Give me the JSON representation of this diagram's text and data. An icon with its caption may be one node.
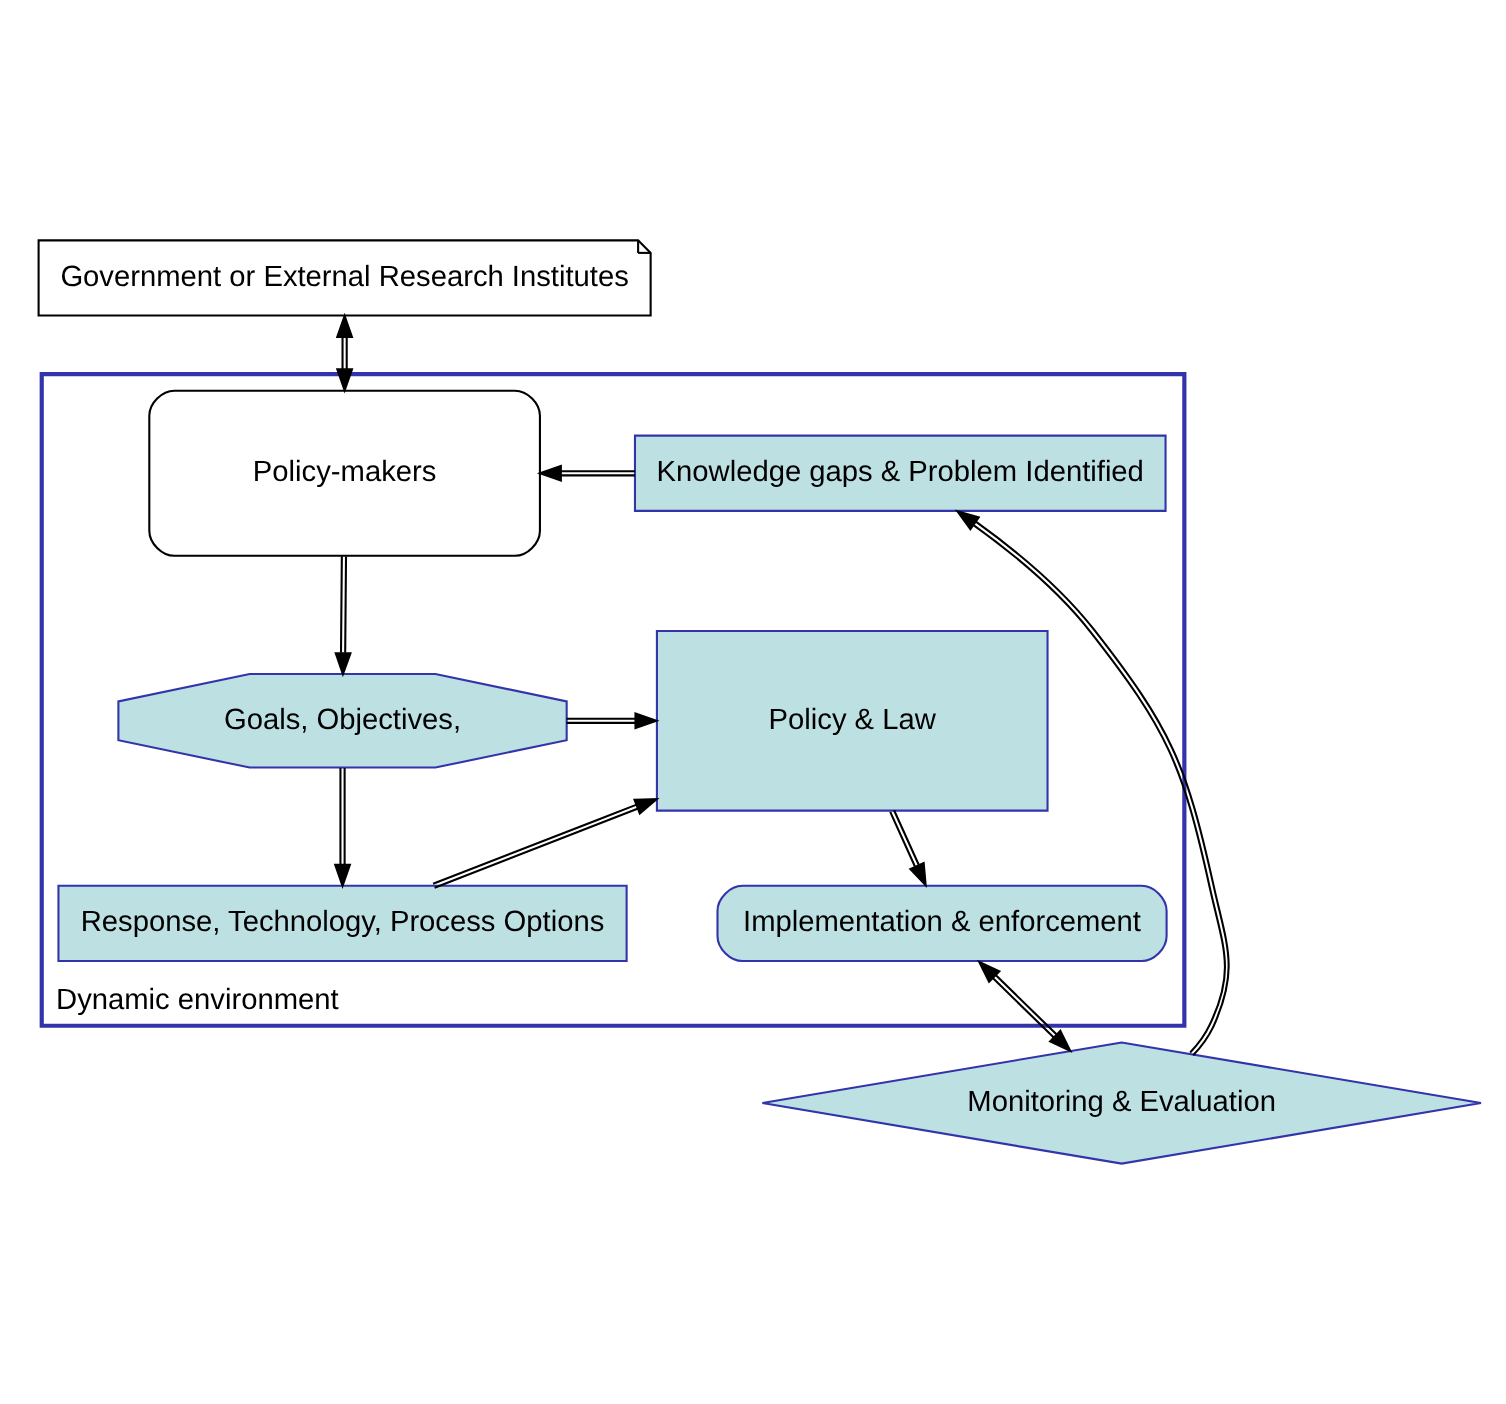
{
  "diagram": {
    "nodes": [
      {
        "text": [
          "Government or External Research Institutes"
        ]
      },
      {
        "text": [
          "Dynamic environment"
        ]
      },
      {
        "text": [
          "Knowledge gaps & Problem Identified"
        ],
        "in": 1
      },
      {
        "text": [
          "Policy-makers"
        ],
        "in": 1
      },
      {
        "text": [
          "Goals, Objectives,"
        ],
        "in": 1
      },
      {
        "text": [
          "Policy & Law"
        ],
        "in": 1
      },
      {
        "text": [
          "Response, Technology, Process Options"
        ],
        "in": 1
      },
      {
        "text": [
          "Implementation & enforcement"
        ],
        "in": 1
      },
      {
        "text": [
          "Monitoring & Evaluation"
        ]
      }
    ],
    "edges": [
      {
        "from": 0,
        "to": 3,
        "arrow": "both"
      },
      {
        "from": 2,
        "to": 3,
        "arrow": "to"
      },
      {
        "from": 3,
        "to": 4,
        "arrow": "to"
      },
      {
        "from": 4,
        "to": 5,
        "arrow": "to"
      },
      {
        "from": 4,
        "to": 6,
        "arrow": "to"
      },
      {
        "from": 6,
        "to": 5,
        "arrow": "to"
      },
      {
        "from": 5,
        "to": 7,
        "arrow": "to"
      },
      {
        "from": 7,
        "to": 8,
        "arrow": "both"
      },
      {
        "from": 8,
        "to": 2,
        "arrow": "to"
      }
    ]
  }
}
